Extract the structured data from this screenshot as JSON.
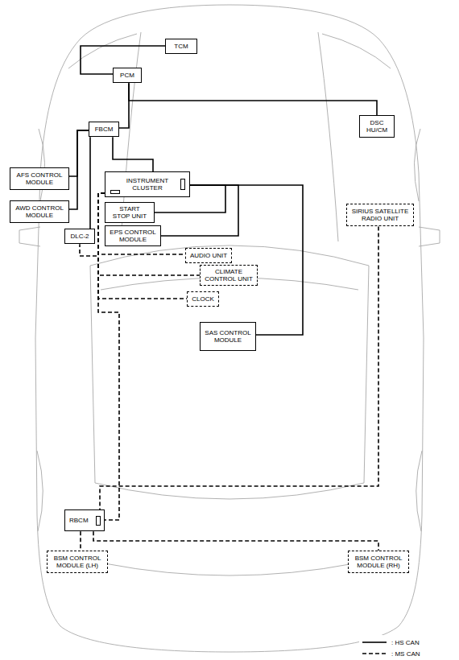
{
  "diagram": {
    "nodes": [
      {
        "text": [
          "TCM"
        ]
      },
      {
        "text": [
          "PCM"
        ]
      },
      {
        "text": [
          "DSC HU/CM"
        ]
      },
      {
        "text": [
          "FBCM"
        ]
      },
      {
        "text": [
          "AFS CONTROL MODULE"
        ]
      },
      {
        "text": [
          "INSTRUMENT CLUSTER"
        ]
      },
      {
        "text": [
          "AWD CONTROL MODULE"
        ]
      },
      {
        "text": [
          "SIRIUS SATELLITE RADIO UNIT"
        ]
      },
      {
        "text": [
          "START STOP UNIT"
        ]
      },
      {
        "text": [
          "EPS CONTROL MODULE"
        ]
      },
      {
        "text": [
          "DLC-2"
        ]
      },
      {
        "text": [
          "AUDIO UNIT"
        ]
      },
      {
        "text": [
          "CLIMATE CONTROL UNIT"
        ]
      },
      {
        "text": [
          "CLOCK"
        ]
      },
      {
        "text": [
          "SAS CONTROL MODULE"
        ]
      },
      {
        "text": [
          "RBCM"
        ]
      },
      {
        "text": [
          "BSM CONTROL MODULE (LH)"
        ]
      },
      {
        "text": [
          "BSM CONTROL MODULE (RH)"
        ]
      }
    ],
    "edges": [
      {
        "from": 0,
        "to": 1,
        "arrow": "none"
      },
      {
        "from": 1,
        "to": 2,
        "arrow": "none"
      },
      {
        "from": 1,
        "to": 3,
        "arrow": "none"
      },
      {
        "from": 3,
        "to": 4,
        "arrow": "none"
      },
      {
        "from": 3,
        "to": 6,
        "arrow": "none"
      },
      {
        "from": 3,
        "to": 10,
        "arrow": "none"
      },
      {
        "from": 3,
        "to": 5,
        "arrow": "none"
      },
      {
        "from": 5,
        "to": 8,
        "arrow": "none"
      },
      {
        "from": 5,
        "to": 9,
        "arrow": "none"
      },
      {
        "from": 5,
        "to": 14,
        "arrow": "none"
      },
      {
        "from": 5,
        "to": 10,
        "arrow": "none"
      },
      {
        "from": 5,
        "to": 11,
        "arrow": "none"
      },
      {
        "from": 5,
        "to": 12,
        "arrow": "none"
      },
      {
        "from": 5,
        "to": 13,
        "arrow": "none"
      },
      {
        "from": 5,
        "to": 15,
        "arrow": "none"
      },
      {
        "from": 7,
        "to": 15,
        "arrow": "none"
      },
      {
        "from": 15,
        "to": 16,
        "arrow": "none"
      },
      {
        "from": 15,
        "to": 17,
        "arrow": "none"
      }
    ],
    "legend": [
      {
        "text": ": HS CAN"
      },
      {
        "text": ": MS CAN"
      }
    ]
  }
}
